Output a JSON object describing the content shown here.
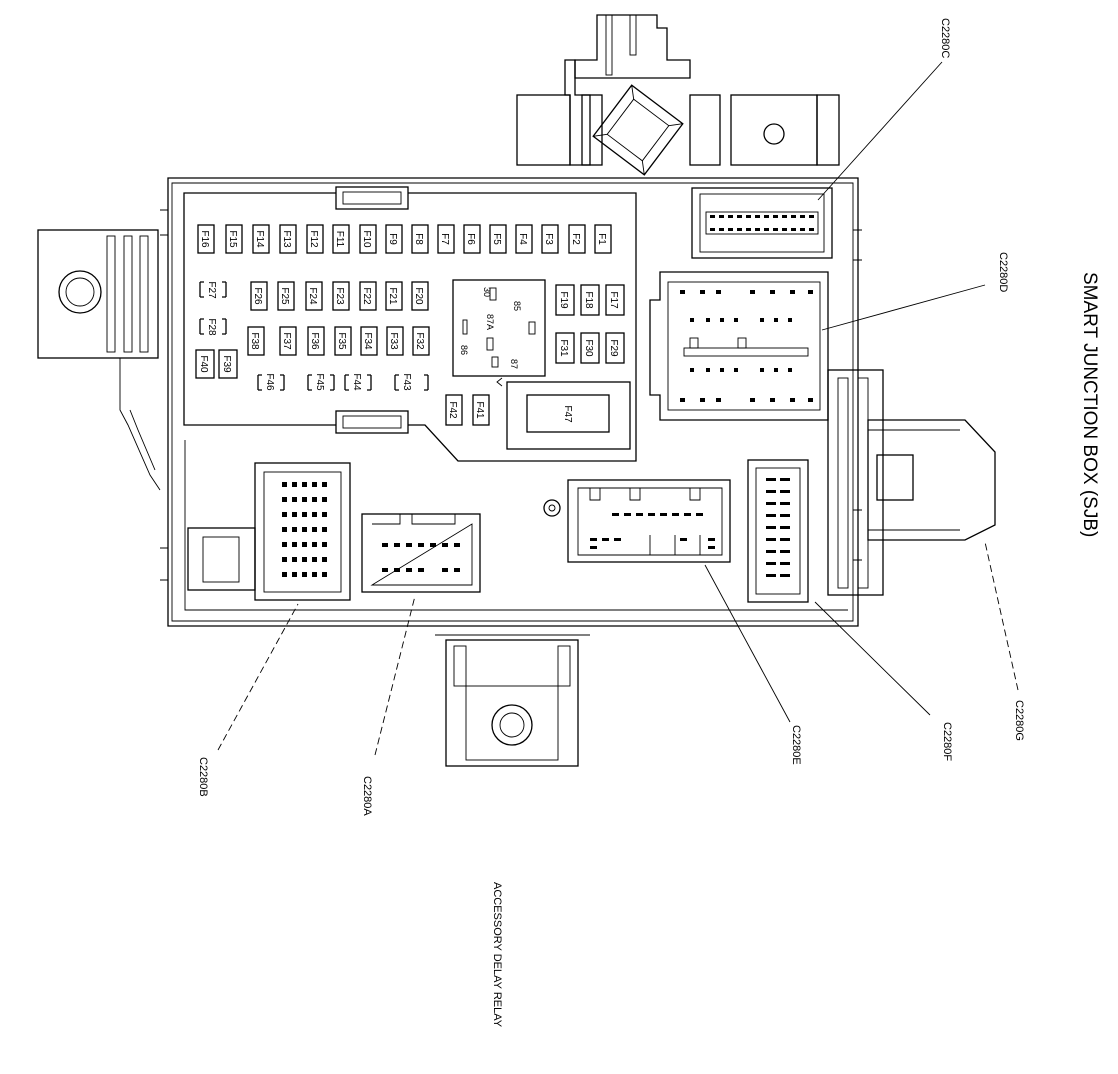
{
  "title": "SMART JUNCTION BOX (SJB)",
  "caption": "ACCESSORY DELAY RELAY",
  "fuses": {
    "top_row": [
      "F16",
      "F15",
      "F14",
      "F13",
      "F12",
      "F11",
      "F10",
      "F9",
      "F8",
      "F7",
      "F6",
      "F5",
      "F4",
      "F3",
      "F2",
      "F1"
    ],
    "row_two": [
      "F26",
      "F25",
      "F24",
      "F23",
      "F22",
      "F21",
      "F20"
    ],
    "row_three": [
      "F38",
      "F37",
      "F36",
      "F35",
      "F34",
      "F33",
      "F32"
    ],
    "mini_a": [
      "F27",
      "F28"
    ],
    "lower_pair": [
      "F40",
      "F39"
    ],
    "mini_b": [
      "F46",
      "F45",
      "F44",
      "F43"
    ],
    "right_a": [
      "F19",
      "F18",
      "F17"
    ],
    "right_b": [
      "F31",
      "F30",
      "F29"
    ],
    "bottom_pair": [
      "F42",
      "F41"
    ],
    "big": "F47"
  },
  "relay_terminals": [
    "30",
    "85",
    "87A",
    "86",
    "87"
  ],
  "connectors": {
    "c": "C2280C",
    "d": "C2280D",
    "g": "C2280G",
    "f": "C2280F",
    "e": "C2280E",
    "a": "C2280A",
    "b": "C2280B"
  },
  "colors": {
    "line": "#000000",
    "background": "#ffffff",
    "shade": "#e3e3e3"
  }
}
